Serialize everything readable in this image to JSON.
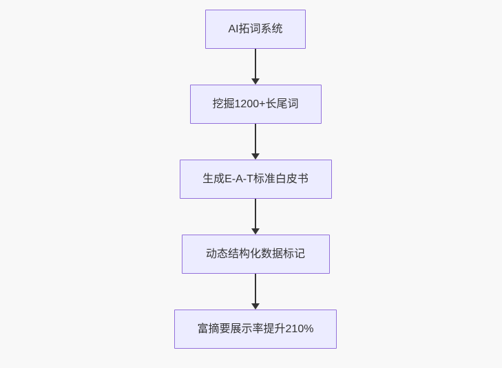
{
  "flowchart": {
    "type": "flowchart",
    "direction": "top-down",
    "nodes": [
      {
        "label": "AI拓词系统"
      },
      {
        "label": "挖掘1200+长尾词"
      },
      {
        "label": "生成E-A-T标准白皮书"
      },
      {
        "label": "动态结构化数据标记"
      },
      {
        "label": "富摘要展示率提升210%"
      }
    ],
    "edges": [
      {
        "from": 0,
        "to": 1,
        "arrow": "down"
      },
      {
        "from": 1,
        "to": 2,
        "arrow": "down"
      },
      {
        "from": 2,
        "to": 3,
        "arrow": "down"
      },
      {
        "from": 3,
        "to": 4,
        "arrow": "down"
      }
    ],
    "colors": {
      "background": "#f8f8f8",
      "node_fill": "#ECECFF",
      "node_border": "#9370DB",
      "edge": "#333333",
      "text": "#333333"
    }
  }
}
